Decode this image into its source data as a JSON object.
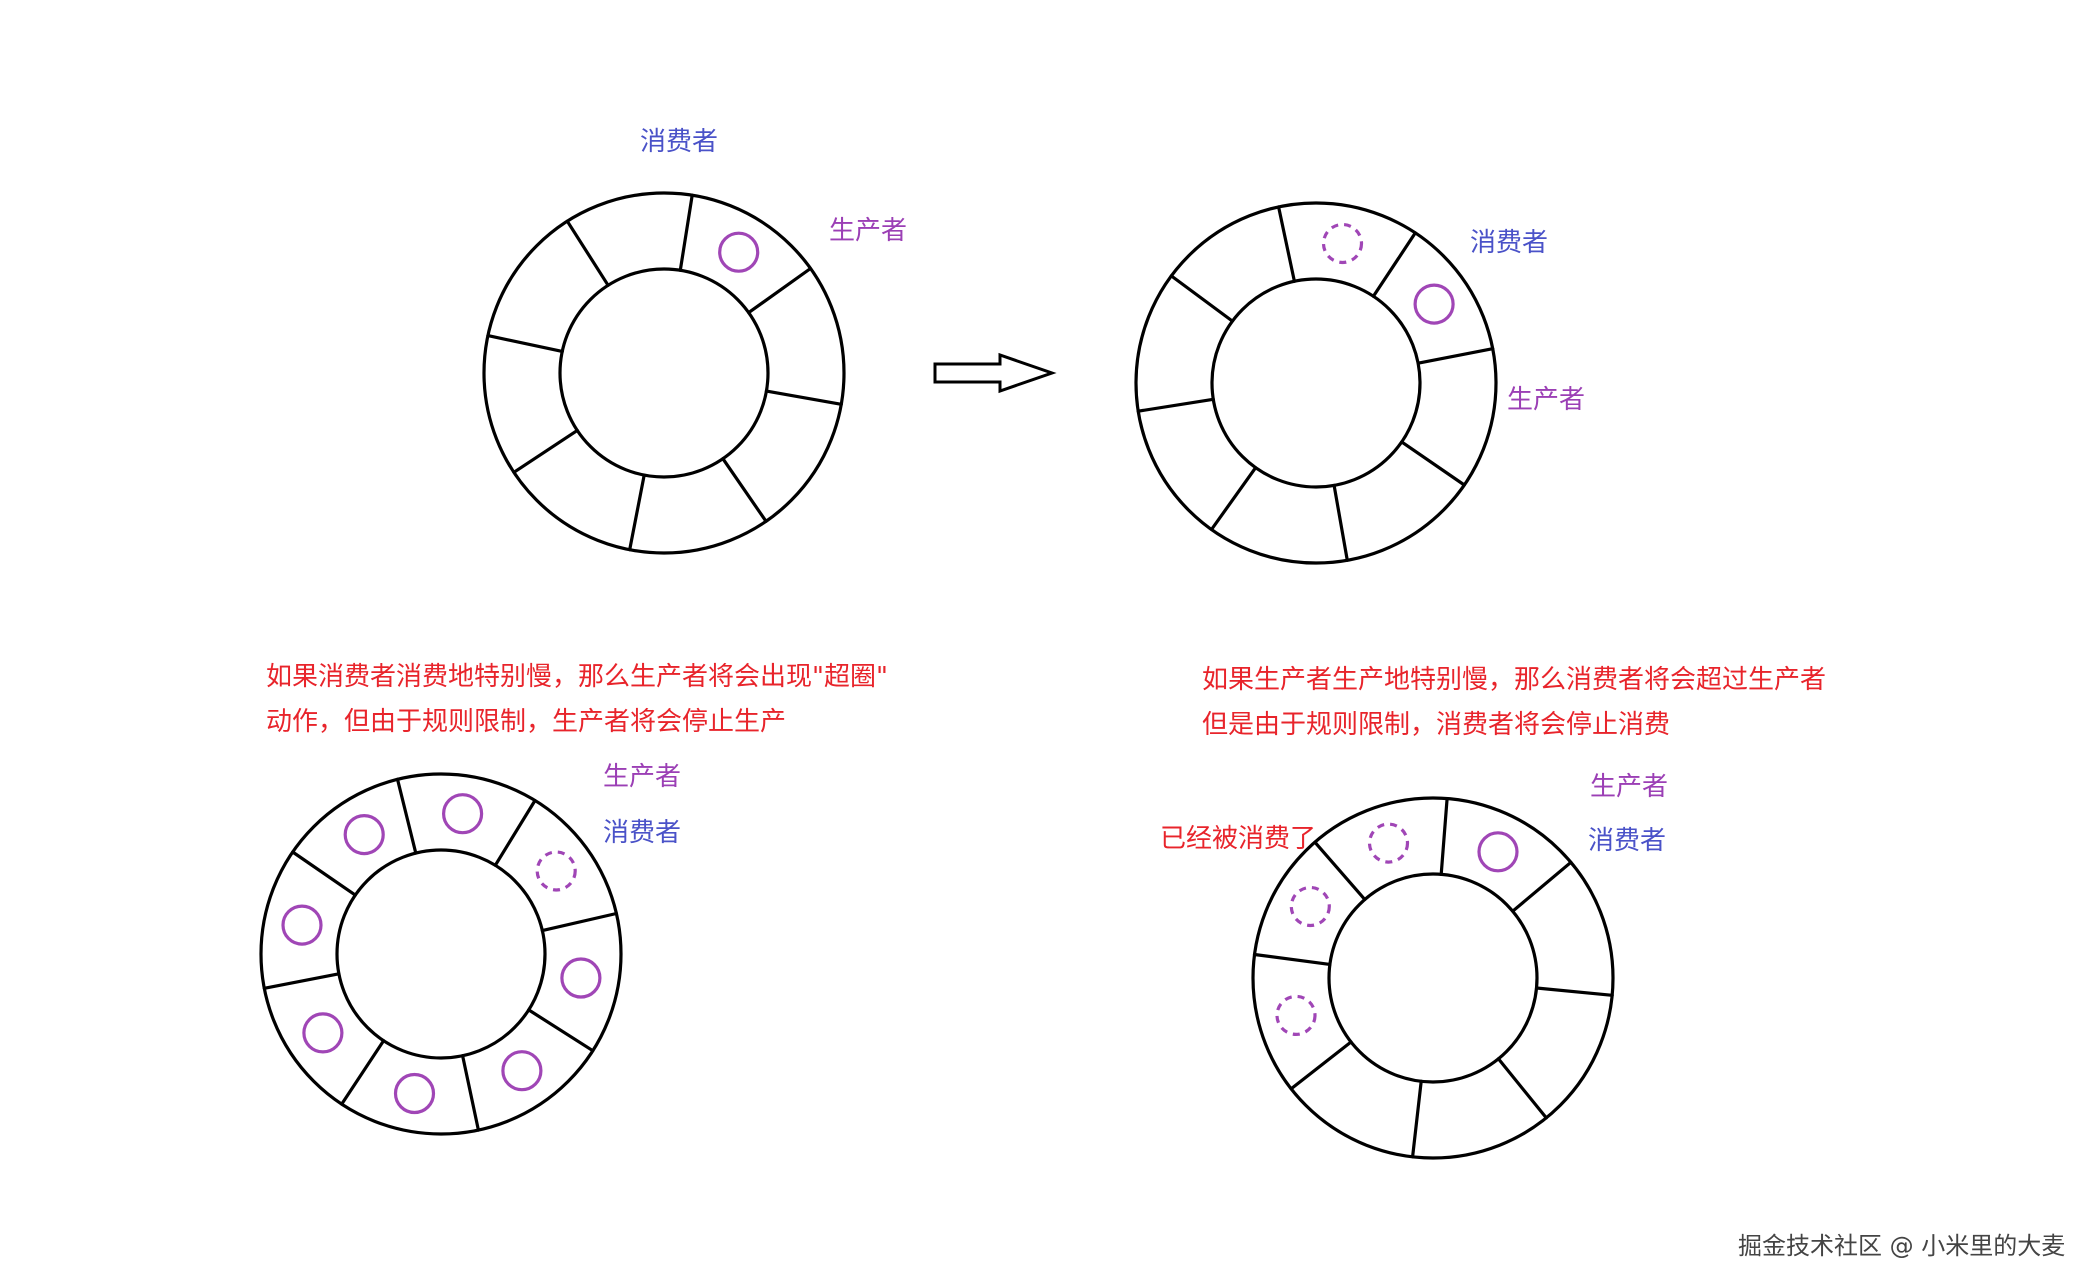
{
  "colors": {
    "consumer": "#4a52c8",
    "producer": "#9b3fb5",
    "note": "#e8242b",
    "slot_token": "#a046b6",
    "outline": "#000000",
    "watermark": "#444444"
  },
  "diagrams": [
    {
      "id": "top-left",
      "slot_count": 8,
      "labels": {
        "consumer": "消费者",
        "producer": "生产者"
      },
      "slots": [
        "full",
        "empty",
        "empty",
        "empty",
        "empty",
        "empty",
        "empty",
        "empty"
      ]
    },
    {
      "id": "top-right",
      "slot_count": 8,
      "labels": {
        "consumer": "消费者",
        "producer": "生产者"
      },
      "slots": [
        "consumed",
        "full",
        "empty",
        "empty",
        "empty",
        "empty",
        "empty",
        "empty"
      ]
    },
    {
      "id": "bottom-left",
      "slot_count": 8,
      "labels": {
        "producer": "生产者",
        "consumer": "消费者"
      },
      "note_lines": [
        "如果消费者消费地特别慢，那么生产者将会出现\"超圈\"",
        "动作，但由于规则限制，生产者将会停止生产"
      ],
      "slots": [
        "full",
        "consumed",
        "full",
        "full",
        "full",
        "full",
        "full",
        "full"
      ]
    },
    {
      "id": "bottom-right",
      "slot_count": 8,
      "labels": {
        "producer": "生产者",
        "consumer": "消费者",
        "consumed_marker": "已经被消费了"
      },
      "note_lines": [
        "如果生产者生产地特别慢，那么消费者将会超过生产者",
        "但是由于规则限制，消费者将会停止消费"
      ],
      "slots": [
        "consumed",
        "full",
        "empty",
        "empty",
        "empty",
        "empty",
        "consumed",
        "consumed"
      ]
    }
  ],
  "arrow": {
    "direction": "right"
  },
  "watermark": "掘金技术社区 @ 小米里的大麦"
}
